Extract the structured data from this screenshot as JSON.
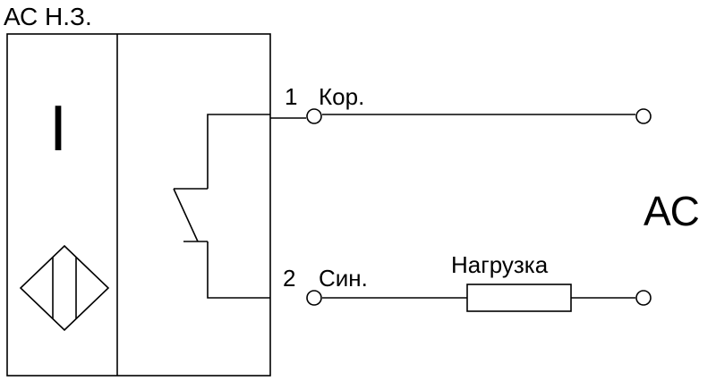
{
  "diagram": {
    "title": "АС Н.З.",
    "sensor_letter": "I",
    "pin1": {
      "number": "1",
      "label": "Кор."
    },
    "pin2": {
      "number": "2",
      "label": "Син."
    },
    "load_label": "Нагрузка",
    "supply_label": "АС"
  },
  "colors": {
    "stroke": "#000000",
    "background": "#ffffff"
  },
  "icons": {
    "sensor": "inductive-sensor-symbol",
    "switch": "normally-closed-switch-symbol",
    "terminal": "terminal-circle",
    "load": "resistor-box"
  }
}
